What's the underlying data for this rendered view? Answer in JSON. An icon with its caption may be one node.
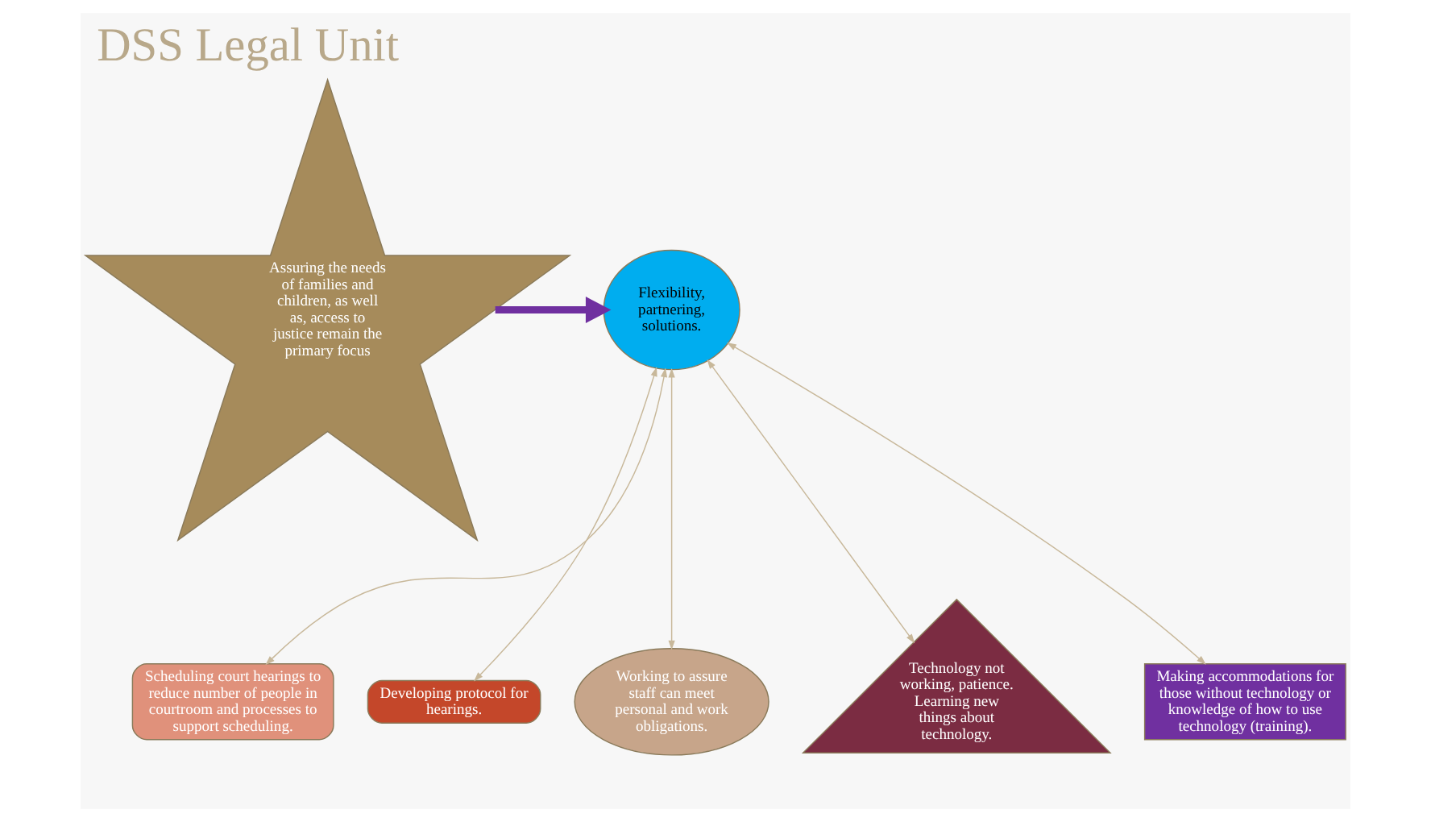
{
  "diagram": {
    "title": "DSS Legal Unit",
    "nodes": [
      {
        "text": [
          "Flexibility, partnering, solutions."
        ]
      },
      {
        "text": [
          "Assuring the needs of families and children, as well as, access to justice remain the primary focus"
        ]
      },
      {
        "text": [
          "Scheduling court hearings to reduce number of people in courtroom and processes to support scheduling."
        ]
      },
      {
        "text": [
          "Developing protocol for hearings."
        ]
      },
      {
        "text": [
          "Working to assure staff can meet personal and work obligations."
        ]
      },
      {
        "text": [
          "Technology not working, patience. Learning new things about technology."
        ]
      },
      {
        "text": [
          "Making accommodations for those without technology or knowledge of how to use technology (training)."
        ]
      }
    ],
    "edges": [
      {
        "from": 1,
        "to": 0,
        "arrow": "to",
        "style": "thick",
        "color": "#7030a0"
      },
      {
        "from": 0,
        "to": 2,
        "arrow": "both"
      },
      {
        "from": 0,
        "to": 3,
        "arrow": "both"
      },
      {
        "from": 0,
        "to": 4,
        "arrow": "both"
      },
      {
        "from": 0,
        "to": 5,
        "arrow": "both"
      },
      {
        "from": 0,
        "to": 6,
        "arrow": "both"
      }
    ]
  }
}
